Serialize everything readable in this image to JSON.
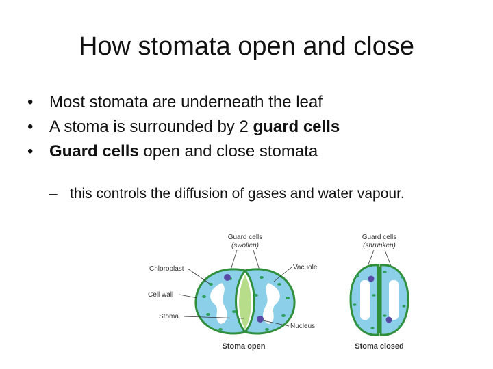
{
  "slide": {
    "title": "How stomata open and close",
    "bullets": [
      {
        "bullet": "•",
        "parts": [
          {
            "text": "Most stomata are underneath the leaf",
            "bold": false
          }
        ]
      },
      {
        "bullet": "•",
        "parts": [
          {
            "text": "A stoma is surrounded by 2 ",
            "bold": false
          },
          {
            "text": "guard cells",
            "bold": true
          }
        ]
      },
      {
        "bullet": "•",
        "parts": [
          {
            "text": "Guard cells",
            "bold": true
          },
          {
            "text": " open and close stomata",
            "bold": false
          }
        ]
      }
    ],
    "sub_bullet": {
      "dash": "–",
      "text": "this controls the diffusion of gases and water vapour."
    }
  },
  "diagram": {
    "open": {
      "heading_line1": "Guard cells",
      "heading_line2": "(swollen)",
      "caption": "Stoma open",
      "labels": {
        "chloroplast": "Chloroplast",
        "cell_wall": "Cell wall",
        "stoma": "Stoma",
        "vacuole": "Vacuole",
        "nucleus": "Nucleus"
      }
    },
    "closed": {
      "heading_line1": "Guard cells",
      "heading_line2": "(shrunken)",
      "caption": "Stoma closed"
    },
    "colors": {
      "cell_fill": "#8ccfe8",
      "cell_outline": "#2f8f3a",
      "vacuole": "#ffffff",
      "chloroplast": "#2f9e5a",
      "nucleus": "#5a4aa8",
      "stoma_gap": "#b7dc8a"
    }
  }
}
